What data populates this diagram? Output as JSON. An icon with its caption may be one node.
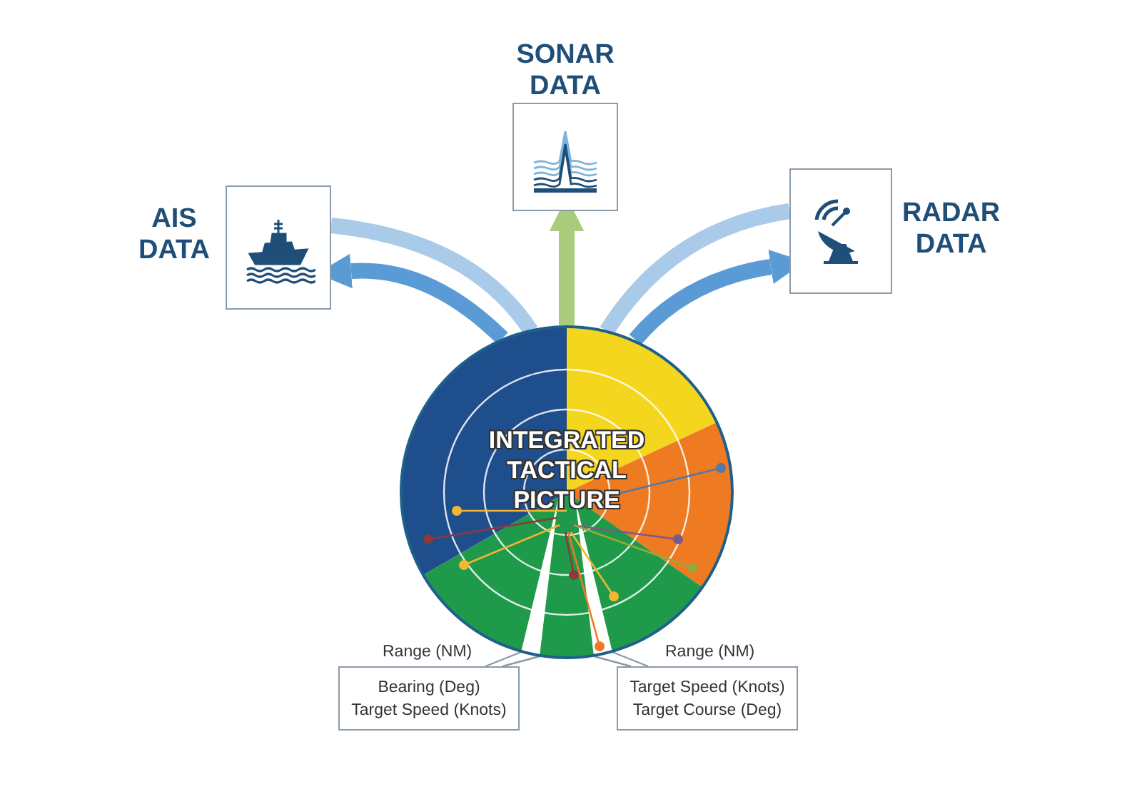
{
  "diagram": {
    "nodes": [
      {
        "text": [
          "AIS DATA"
        ]
      },
      {
        "text": [
          "SONAR DATA"
        ]
      },
      {
        "text": [
          "RADAR DATA"
        ]
      },
      {
        "text": [
          "INTEGRATED TACTICAL PICTURE"
        ]
      },
      {
        "text": [
          "Bearing (Deg)",
          "Target Speed (Knots)"
        ],
        "beside": [
          "Range (NM)"
        ]
      },
      {
        "text": [
          "Target Speed (Knots)",
          "Target Course (Deg)"
        ],
        "beside": [
          "Range (NM)"
        ]
      }
    ],
    "edges": [
      {
        "from": 0,
        "to": 3,
        "arrow": "none",
        "color": "#a9cbe9"
      },
      {
        "from": 3,
        "to": 0,
        "arrow": "to",
        "color": "#5b9bd5"
      },
      {
        "from": 3,
        "to": 1,
        "arrow": "to",
        "color": "#a9cc7c"
      },
      {
        "from": 2,
        "to": 3,
        "arrow": "none",
        "color": "#a9cbe9"
      },
      {
        "from": 3,
        "to": 2,
        "arrow": "to",
        "color": "#5b9bd5"
      },
      {
        "from": 4,
        "to": 3,
        "arrow": "none",
        "color": "#8a9aa8"
      },
      {
        "from": 5,
        "to": 3,
        "arrow": "none",
        "color": "#8a9aa8"
      }
    ]
  }
}
